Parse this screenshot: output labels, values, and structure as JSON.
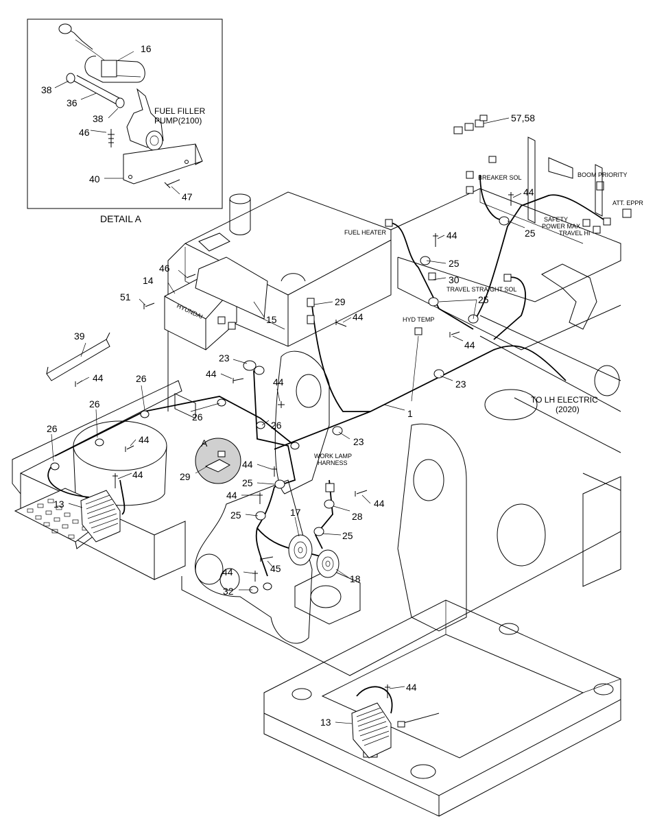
{
  "detail_box": {
    "caption": "DETAIL A",
    "fuel_filler_label_1": "FUEL FILLER",
    "fuel_filler_label_2": "PUMP(2100)",
    "callouts": {
      "c16": "16",
      "c38a": "38",
      "c36": "36",
      "c38b": "38",
      "c46": "46",
      "c40": "40",
      "c47": "47"
    }
  },
  "labels": {
    "breaker_sol": "BREAKER SOL",
    "boom_priority": "BOOM PRIORITY",
    "att_eppr": "ATT. EPPR",
    "safety": "SAFETY",
    "power_max": "POWER MAX",
    "travel_hi": "TRAVEL HI",
    "fuel_heater": "FUEL HEATER",
    "travel_straight_sol": "TRAVEL STRAIGHT SOL",
    "hyd_temp": "HYD TEMP",
    "to_lh_electric_1": "TO LH ELECTRIC",
    "to_lh_electric_2": "(2020)",
    "work_lamp_1": "WORK LAMP",
    "work_lamp_2": "HARNESS",
    "hyundai": "HYUNDAI",
    "detail_ref": "A"
  },
  "callouts": {
    "n57_58": "57,58",
    "n44_top": "44",
    "n25_top": "25",
    "n44_fh": "44",
    "n25_b": "25",
    "n30": "30",
    "n25_ts": "25",
    "n44_ts": "44",
    "n29": "29",
    "n44_29": "44",
    "n46": "46",
    "n14": "14",
    "n51": "51",
    "n15": "15",
    "n23_a": "23",
    "n23_b": "23",
    "n23_c": "23",
    "n44_23": "44",
    "n44_mid": "44",
    "n1": "1",
    "n39": "39",
    "n44_39": "44",
    "n26_a": "26",
    "n26_b": "26",
    "n26_c": "26",
    "n26_d": "26",
    "n26_e": "26",
    "n44_l1": "44",
    "n44_l2": "44",
    "n13_left": "13",
    "n29_a": "29",
    "n44_c1": "44",
    "n25_c1": "25",
    "n44_c2": "44",
    "n25_c2": "25",
    "n44_wl": "44",
    "n28": "28",
    "n17": "17",
    "n25_horn": "25",
    "n45": "45",
    "n44_h": "44",
    "n18": "18",
    "n32": "32",
    "n44_bottom": "44",
    "n13_bottom": "13"
  }
}
